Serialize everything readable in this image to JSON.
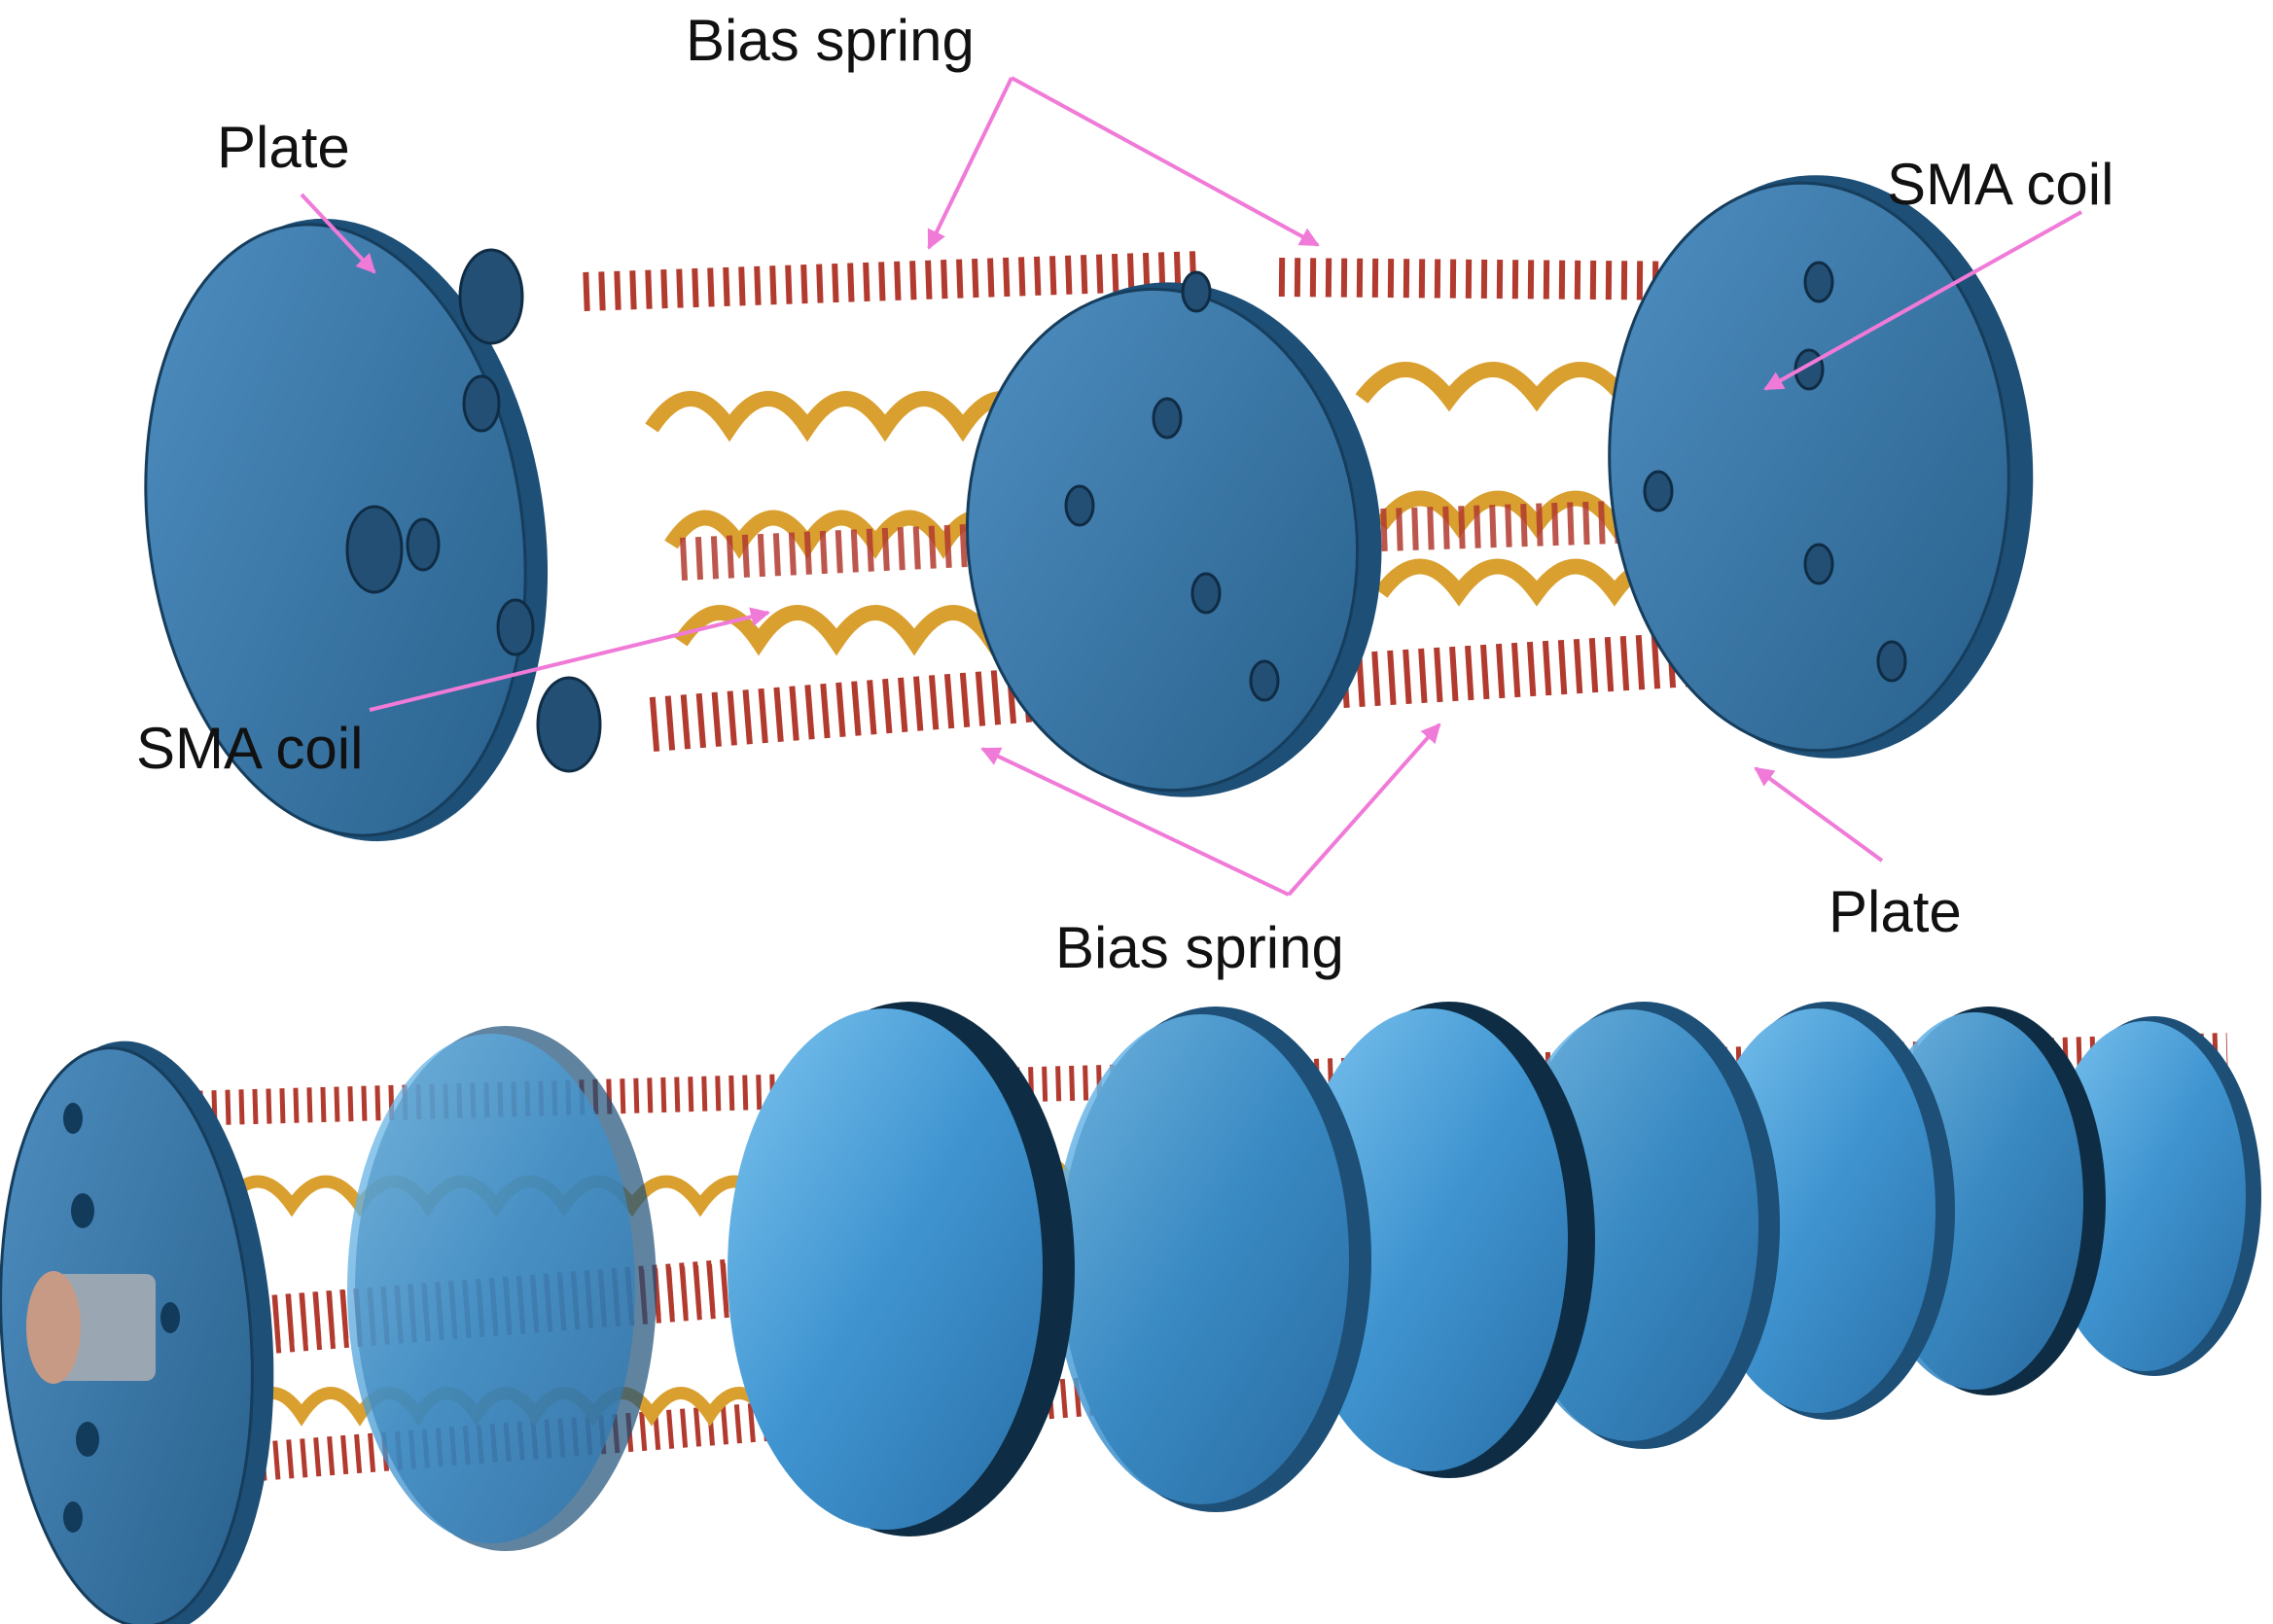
{
  "labels": {
    "bias_spring_top": "Bias spring",
    "plate_top_left": "Plate",
    "sma_coil_top_right": "SMA coil",
    "sma_coil_left": "SMA coil",
    "bias_spring_bottom": "Bias spring",
    "plate_bottom_right": "Plate"
  },
  "colors": {
    "plate": "#2f6f9f",
    "plate_edge": "#1d4f77",
    "plate_glass": "#4aa0d8",
    "bias_spring": "#b23a2e",
    "sma_coil": "#d9a030",
    "arrow": "#f07ad8",
    "label": "#111111"
  }
}
